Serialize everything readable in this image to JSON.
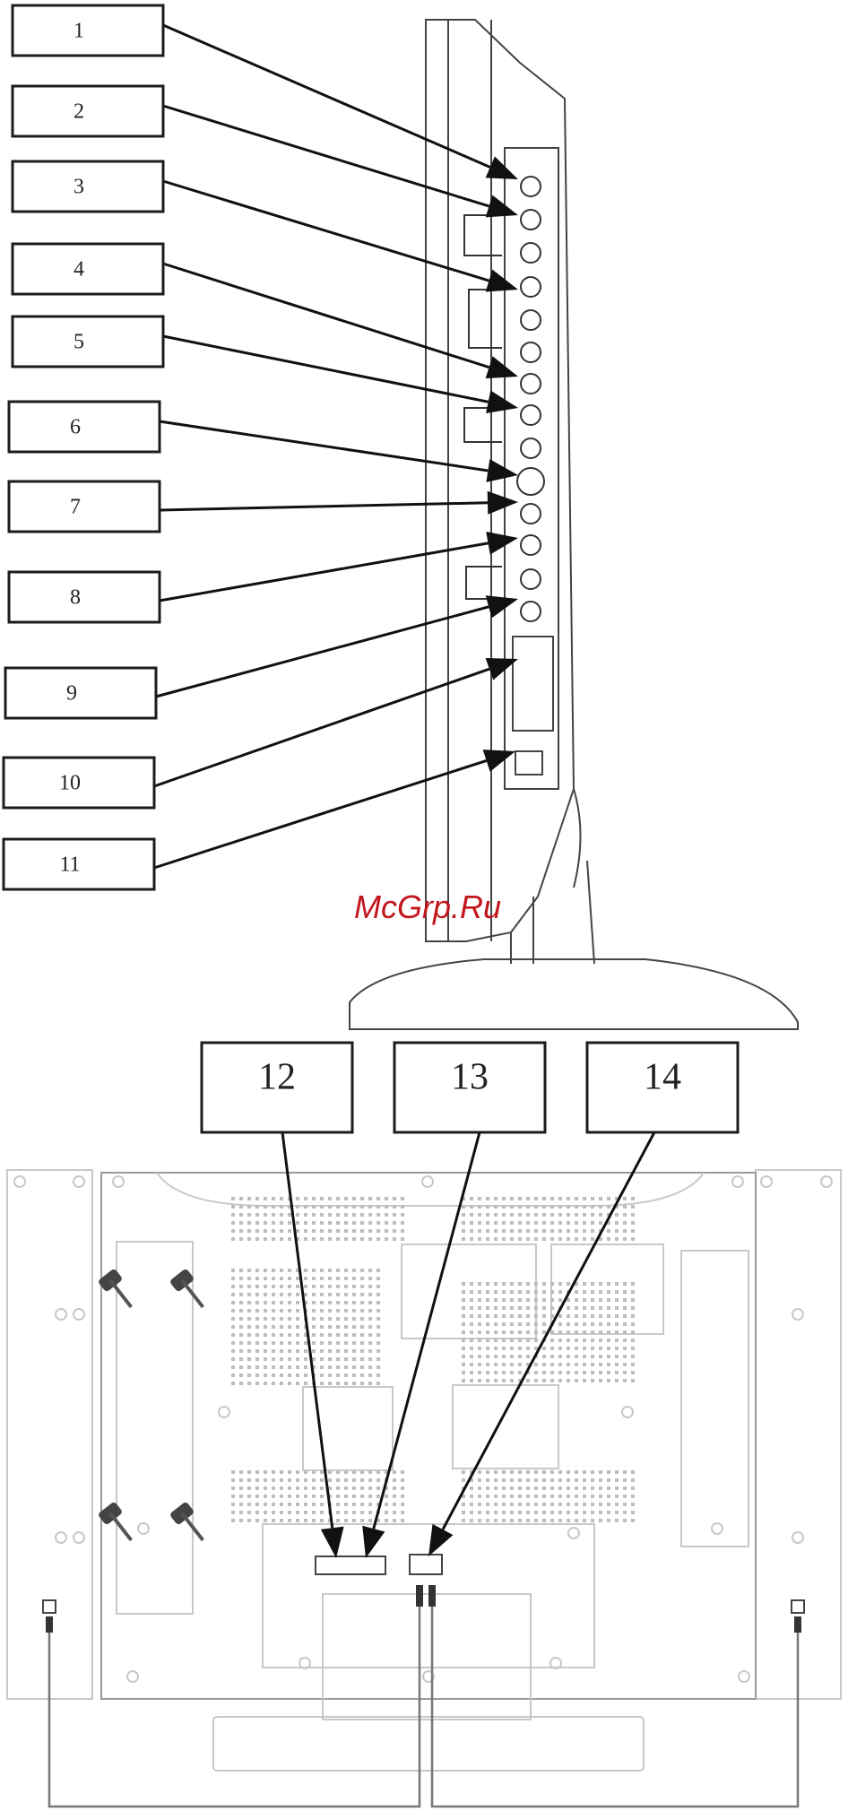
{
  "watermark": "McGrp.Ru",
  "side_callouts": [
    {
      "label": "1"
    },
    {
      "label": "2"
    },
    {
      "label": "3"
    },
    {
      "label": "4"
    },
    {
      "label": "5"
    },
    {
      "label": "6"
    },
    {
      "label": "7"
    },
    {
      "label": "8"
    },
    {
      "label": "9"
    },
    {
      "label": "10"
    },
    {
      "label": "11"
    }
  ],
  "rear_callouts": [
    {
      "label": "12"
    },
    {
      "label": "13"
    },
    {
      "label": "14"
    }
  ]
}
